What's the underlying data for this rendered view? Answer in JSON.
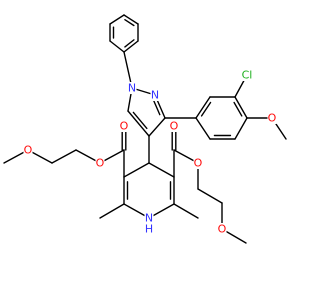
{
  "colors": {
    "bond": "#000000",
    "N": "#3333ff",
    "O": "#ff0d0d",
    "Cl": "#1fb01f",
    "background": "#ffffff"
  },
  "atoms": {
    "cl": {
      "text": "Cl",
      "element": "Cl"
    },
    "o_methoxy_ar": {
      "text": "O",
      "element": "O"
    },
    "n_pyrazole_1": {
      "text": "N",
      "element": "N"
    },
    "n_pyrazole_2": {
      "text": "N",
      "element": "N"
    },
    "o_carbonyl_left": {
      "text": "O",
      "element": "O"
    },
    "o_ester_left": {
      "text": "O",
      "element": "O"
    },
    "o_ether_left": {
      "text": "O",
      "element": "O"
    },
    "o_carbonyl_right": {
      "text": "O",
      "element": "O"
    },
    "o_ester_right": {
      "text": "O",
      "element": "O"
    },
    "o_ether_right": {
      "text": "O",
      "element": "O"
    },
    "nh_dihydropyridine": {
      "text": "N",
      "element": "N"
    },
    "nh_hydrogen": {
      "text": "H",
      "element": "N"
    }
  }
}
